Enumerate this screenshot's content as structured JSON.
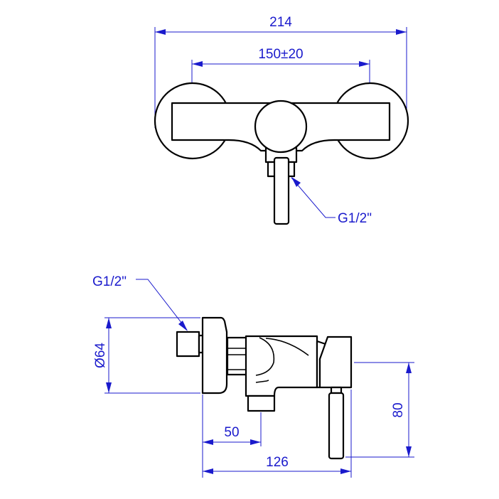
{
  "top_view": {
    "overall_width": "214",
    "wall_centers": "150±20",
    "outlet_thread": "G1/2\""
  },
  "side_view": {
    "inlet_thread": "G1/2\"",
    "plate_diameter": "Ø64",
    "outlet_offset": "50",
    "total_depth": "126",
    "lever_height": "80"
  },
  "colors": {
    "dimension": "#1a1acc",
    "outline": "#000000"
  }
}
